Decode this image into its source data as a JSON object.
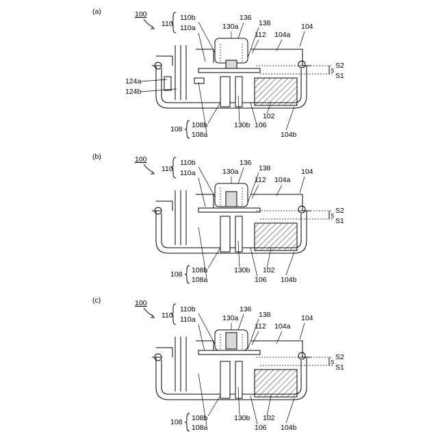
{
  "panels": [
    {
      "id": "a",
      "panel_label": "(a)",
      "labels": {
        "assembly": "100",
        "group110": "110",
        "l110b": "110b",
        "l110a": "110a",
        "l130a": "130a",
        "l136": "136",
        "l138": "138",
        "l112": "112",
        "l104a": "104a",
        "l104": "104",
        "S2": "S2",
        "S": "S",
        "S1": "S1",
        "l124a": "124a",
        "l124b": "124b",
        "group108": "108",
        "l108b": "108b",
        "l108a": "108a",
        "l130b": "130b",
        "l106": "106",
        "l102": "102",
        "l104b": "104b"
      }
    },
    {
      "id": "b",
      "panel_label": "(b)",
      "labels": {
        "assembly": "100",
        "group110": "110",
        "l110b": "110b",
        "l110a": "110a",
        "l130a": "130a",
        "l136": "136",
        "l138": "138",
        "l112": "112",
        "l104a": "104a",
        "l104": "104",
        "S2": "S2",
        "S": "S",
        "S1": "S1",
        "group108": "108",
        "l108b": "108b",
        "l108a": "108a",
        "l130b": "130b",
        "l106": "106",
        "l102": "102",
        "l104b": "104b"
      }
    },
    {
      "id": "c",
      "panel_label": "(c)",
      "labels": {
        "assembly": "100",
        "group110": "110",
        "l110b": "110b",
        "l110a": "110a",
        "l130a": "130a",
        "l136": "136",
        "l138": "138",
        "l112": "112",
        "l104a": "104a",
        "l104": "104",
        "S2": "S2",
        "S": "S",
        "S1": "S1",
        "group108": "108",
        "l108b": "108b",
        "l108a": "108a",
        "l130b": "130b",
        "l106": "106",
        "l102": "102",
        "l104b": "104b"
      }
    }
  ]
}
